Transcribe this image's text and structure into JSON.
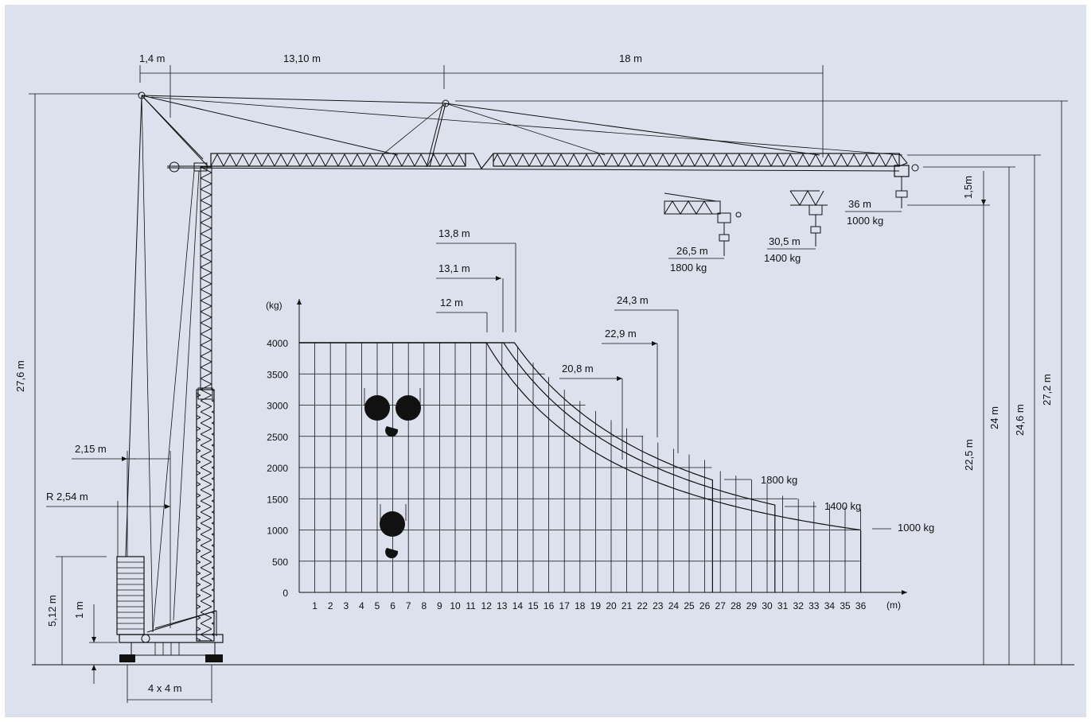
{
  "background_color": "#dde1ee",
  "line_color": "#111111",
  "dimensions": {
    "d_1_4": "1,4 m",
    "d_13_10": "13,10 m",
    "d_18": "18 m",
    "h_27_6": "27,6 m",
    "h_5_12": "5,12 m",
    "h_1": "1 m",
    "base": "4 x 4 m",
    "w_2_15": "2,15 m",
    "r_2_54": "R 2,54 m",
    "h_1_5": "1,5m",
    "h_22_5": "22,5 m",
    "h_24": "24 m",
    "h_24_6": "24,6 m",
    "h_27_2": "27,2 m",
    "tip_36": "36 m",
    "tip_36_kg": "1000 kg",
    "tip_30_5": "30,5 m",
    "tip_30_5_kg": "1400 kg",
    "tip_26_5": "26,5 m",
    "tip_26_5_kg": "1800 kg",
    "m_13_8": "13,8 m",
    "m_13_1": "13,1 m",
    "m_12": "12 m",
    "m_24_3": "24,3 m",
    "m_22_9": "22,9 m",
    "m_20_8": "20,8 m"
  },
  "chart_data": {
    "type": "line",
    "ylabel": "(kg)",
    "xlabel": "(m)",
    "xlim": [
      0,
      36
    ],
    "ylim": [
      0,
      4000
    ],
    "x_ticks": [
      1,
      2,
      3,
      4,
      5,
      6,
      7,
      8,
      9,
      10,
      11,
      12,
      13,
      14,
      15,
      16,
      17,
      18,
      19,
      20,
      21,
      22,
      23,
      24,
      25,
      26,
      27,
      28,
      29,
      30,
      31,
      32,
      33,
      34,
      35,
      36
    ],
    "y_ticks": [
      0,
      500,
      1000,
      1500,
      2000,
      2500,
      3000,
      3500,
      4000
    ],
    "series": [
      {
        "name": "1800 kg",
        "max_radius": 26.5,
        "end_load": 1800,
        "full_load_radius": 13.8,
        "max_load": 4000
      },
      {
        "name": "1400 kg",
        "max_radius": 30.5,
        "end_load": 1400,
        "full_load_radius": 13.1,
        "max_load": 4000
      },
      {
        "name": "1000 kg",
        "max_radius": 36,
        "end_load": 1000,
        "full_load_radius": 12,
        "max_load": 4000
      }
    ]
  }
}
